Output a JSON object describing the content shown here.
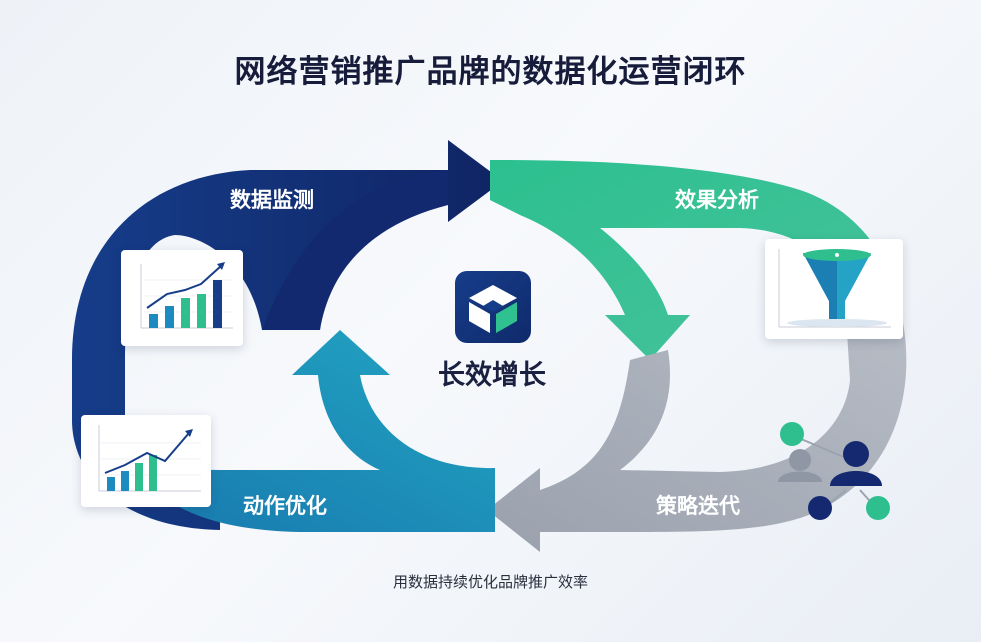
{
  "title": "网络营销推广品牌的数据化运营闭环",
  "subtitle": "用数据持续优化品牌推广效率",
  "center": {
    "label": "长效增长",
    "icon": "cube-logo-icon"
  },
  "stages": [
    {
      "label": "数据监测",
      "color": "#13286f"
    },
    {
      "label": "效果分析",
      "color": "#2fbf8e"
    },
    {
      "label": "策略迭代",
      "color": "#a6acb7"
    },
    {
      "label": "动作优化",
      "color": "#1a8bb5"
    }
  ],
  "cards": [
    {
      "icon": "bar-line-chart-icon"
    },
    {
      "icon": "funnel-chart-icon"
    },
    {
      "icon": "bar-line-chart-icon"
    },
    {
      "icon": "team-network-icon"
    }
  ]
}
